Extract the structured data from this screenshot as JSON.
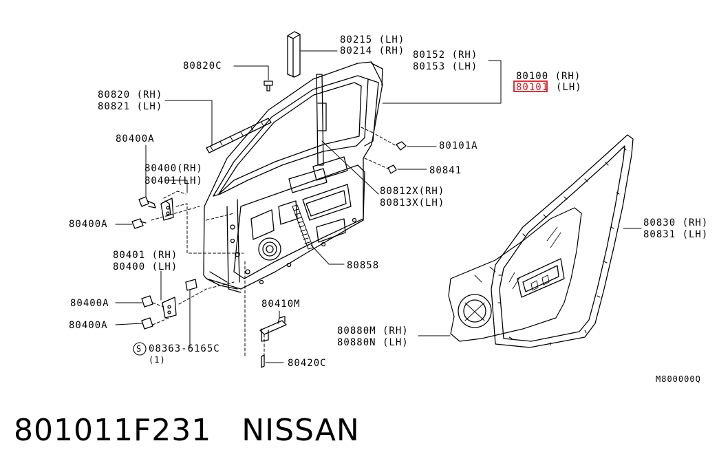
{
  "labels": {
    "p80215": "80215 (LH)",
    "p80214": "80214 (RH)",
    "p80820C": "80820C",
    "p80152": "80152 (RH)",
    "p80153": "80153 (LH)",
    "p80100": "80100 (RH)",
    "p80101_part": "80101",
    "p80101_side": "(LH)",
    "p80820": "80820 (RH)",
    "p80821": "80821 (LH)",
    "p80400A_top": "80400A",
    "p80400_rh": "80400(RH)",
    "p80401_lh": "80401(LH)",
    "p80101A": "80101A",
    "p80841": "80841",
    "p80812X": "80812X(RH)",
    "p80813X": "80813X(LH)",
    "p80400A_mid": "80400A",
    "p80830": "80830 (RH)",
    "p80831": "80831 (LH)",
    "p80401_rh": "80401 (RH)",
    "p80400_lh": "80400 (LH)",
    "p80858": "80858",
    "p80400A_low1": "80400A",
    "p80400A_low2": "80400A",
    "p80410M": "80410M",
    "p08363": "08363-6165C",
    "p08363_qty": "(1)",
    "p08363_circle": "S",
    "p80880M": "80880M (RH)",
    "p80880N": "80880N (LH)",
    "p80420C": "80420C",
    "ref_code": "M800000Q"
  },
  "caption": {
    "part_number": "801011F231",
    "brand": "NISSAN"
  },
  "colors": {
    "highlight": "#e0141e",
    "line": "#000000"
  }
}
